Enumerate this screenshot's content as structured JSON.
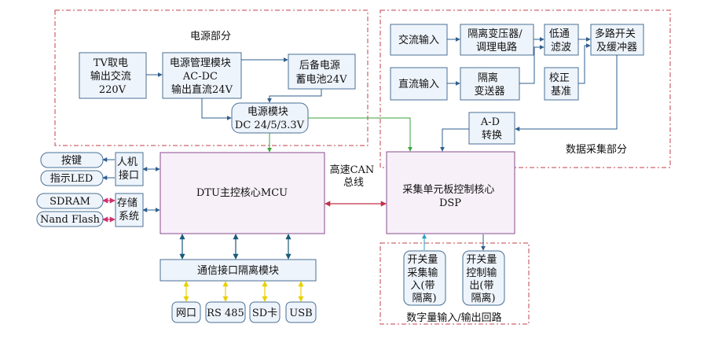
{
  "regions": {
    "power": "电源部分",
    "acquisition": "数据采集部分",
    "digital_io": "数字量输入/输出回路"
  },
  "blocks": {
    "tv_power": [
      "TV取电",
      "输出交流",
      "220V"
    ],
    "power_mgmt": [
      "电源管理模块",
      "AC-DC",
      "输出直流24V"
    ],
    "backup_power": [
      "后备电源",
      "蓄电池24V"
    ],
    "power_module": [
      "电源模块",
      "DC 24/5/3.3V"
    ],
    "ac_input": "交流输入",
    "isolation_transformer": [
      "隔离变压器/",
      "调理电路"
    ],
    "lowpass": [
      "低通",
      "滤波"
    ],
    "multiplexer": [
      "多路开关",
      "及缓冲器"
    ],
    "dc_input": "直流输入",
    "isolation_transmitter": [
      "隔离",
      "变送器"
    ],
    "calibration": [
      "校正",
      "基准"
    ],
    "adc": [
      "A-D",
      "转换"
    ],
    "keys": "按键",
    "led": "指示LED",
    "hmi": [
      "人机",
      "接口"
    ],
    "sdram": "SDRAM",
    "nand": "Nand Flash",
    "storage": [
      "存储",
      "系统"
    ],
    "dtu_mcu": "DTU主控核心MCU",
    "can_bus": [
      "高速CAN",
      "总线"
    ],
    "dsp": [
      "采集单元板控制核心",
      "DSP"
    ],
    "comm_iso": "通信接口隔离模块",
    "eth": "网口",
    "rs485": "RS 485",
    "sd": "SD卡",
    "usb": "USB",
    "switch_in": [
      "开关量",
      "采集输",
      "入(带",
      "隔离)"
    ],
    "switch_out": [
      "开关量",
      "控制输",
      "出(带",
      "隔离)"
    ]
  }
}
